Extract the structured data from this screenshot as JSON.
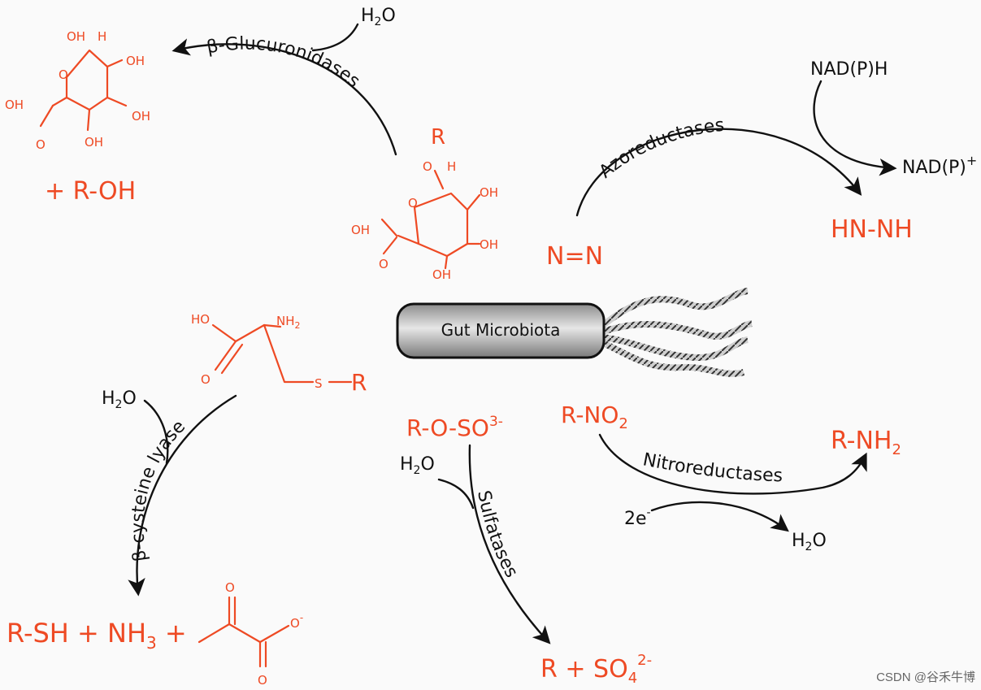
{
  "center": {
    "label": "Gut Microbiota"
  },
  "enzymes": {
    "glucuronidase": "β-Glucuronidases",
    "azoreductase": "Azoreductases",
    "cysteine_lyase": "β-cysteine lyase",
    "sulfatase": "Sulfatases",
    "nitroreductase": "Nitroreductases"
  },
  "glucuronide": {
    "substrate_r": "R",
    "substrate_o": "O",
    "h": "H",
    "oh": "OH",
    "ring_o": "O",
    "carbonyl_o": "O",
    "product": "+ R-OH",
    "cofactor_h": "H",
    "cofactor_sub": "2",
    "cofactor_o": "O"
  },
  "azo": {
    "substrate": "N=N",
    "product": "HN-NH",
    "cofactor_in": "NAD(P)H",
    "cofactor_out": "NAD(P)",
    "cofactor_out_sup": "+"
  },
  "cysteine": {
    "ho": "HO",
    "nh": "NH",
    "nh_sub": "2",
    "o": "O",
    "s": "S",
    "r": "R",
    "water_h": "H",
    "water_sub": "2",
    "water_o": "O",
    "product_rsh": "R-SH + NH",
    "product_sub": "3",
    "product_plus": " +",
    "pyruvate_o": "O",
    "pyruvate_charge": "-"
  },
  "sulfate": {
    "substrate": "R-O-SO",
    "substrate_sup": "3-",
    "water_h": "H",
    "water_sub": "2",
    "water_o": "O",
    "product": "R + SO",
    "product_sub": "4",
    "product_sup": "2-"
  },
  "nitro": {
    "substrate": "R-NO",
    "substrate_sub": "2",
    "product": "R-NH",
    "product_sub": "2",
    "electrons": "2e",
    "electrons_sup": "-",
    "water_h": "H",
    "water_sub": "2",
    "water_o": "O"
  },
  "watermark": "CSDN @谷禾牛博",
  "colors": {
    "substrate": "#ee4a24",
    "text": "#111111",
    "cell": "#bdbdbd"
  }
}
